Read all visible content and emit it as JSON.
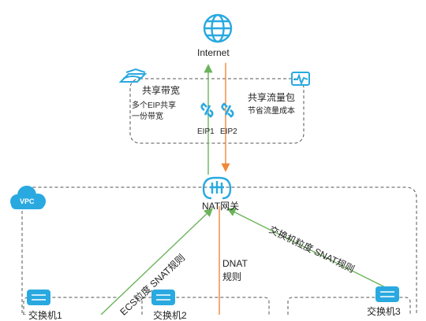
{
  "internet": {
    "label": "Internet"
  },
  "shared_bandwidth": {
    "title": "共享带宽",
    "desc_line1": "多个EIP共享",
    "desc_line2": "一份带宽"
  },
  "shared_traffic": {
    "title": "共享流量包",
    "desc": "节省流量成本"
  },
  "eips": [
    "EIP1",
    "EIP2"
  ],
  "nat": {
    "label": "NAT网关"
  },
  "vpc": {
    "label": "VPC"
  },
  "rules": {
    "left": "ECS粒度  SNAT规则",
    "dnat_line1": "DNAT",
    "dnat_line2": "规则",
    "right": "交换机粒度  SNAT规则"
  },
  "switches": [
    "交换机1",
    "交换机2",
    "交换机3"
  ],
  "colors": {
    "cloud_blue": "#29a9e0",
    "green_arrow": "#6bb35a",
    "orange_arrow": "#f0883a",
    "dash_gray": "#555555"
  }
}
